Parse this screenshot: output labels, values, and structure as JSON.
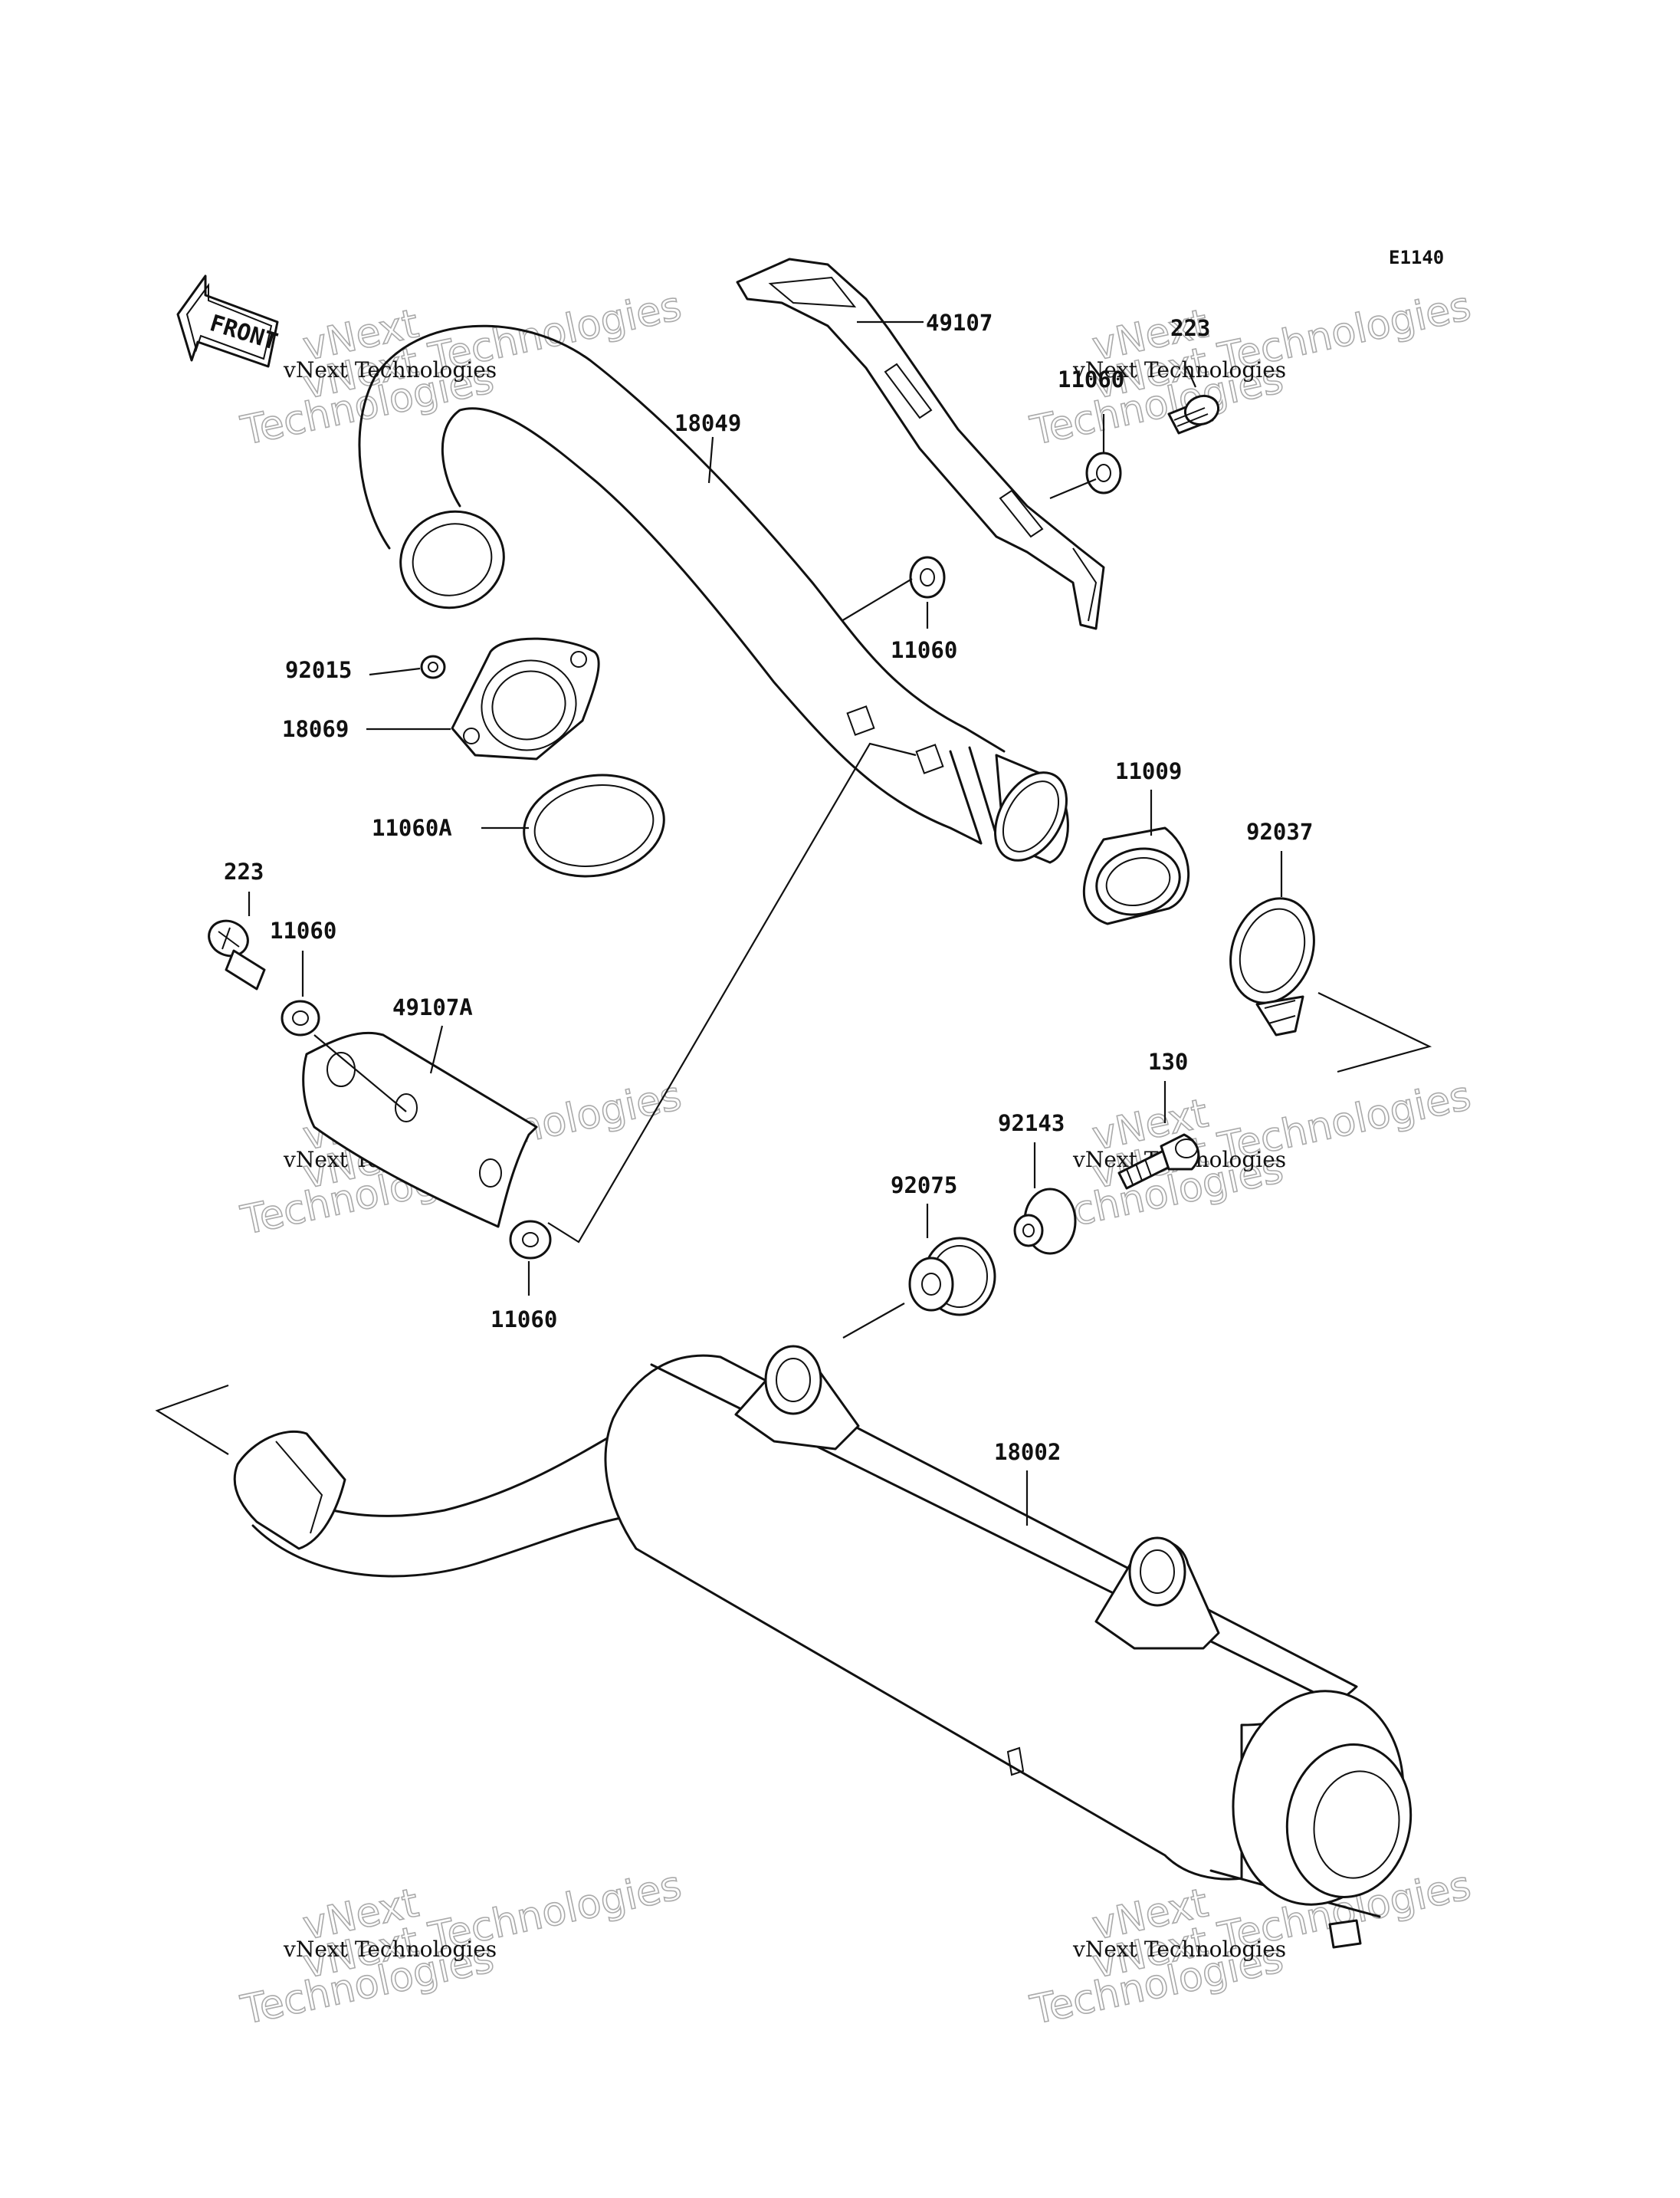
{
  "diagram": {
    "code": "E1140",
    "front_label": "FRONT",
    "watermark": {
      "line1": "vNext",
      "line2": "vNext Technologies",
      "line3": "Technologies"
    },
    "parts": {
      "p49107": "49107",
      "p223_top": "223",
      "p11060_top": "11060",
      "p18049": "18049",
      "p11060_mid": "11060",
      "p92015": "92015",
      "p18069": "18069",
      "p11060A": "11060A",
      "p11009": "11009",
      "p92037": "92037",
      "p223_left": "223",
      "p11060_left": "11060",
      "p49107A": "49107A",
      "p130": "130",
      "p92143": "92143",
      "p92075": "92075",
      "p11060_bottom": "11060",
      "p18002": "18002"
    }
  }
}
